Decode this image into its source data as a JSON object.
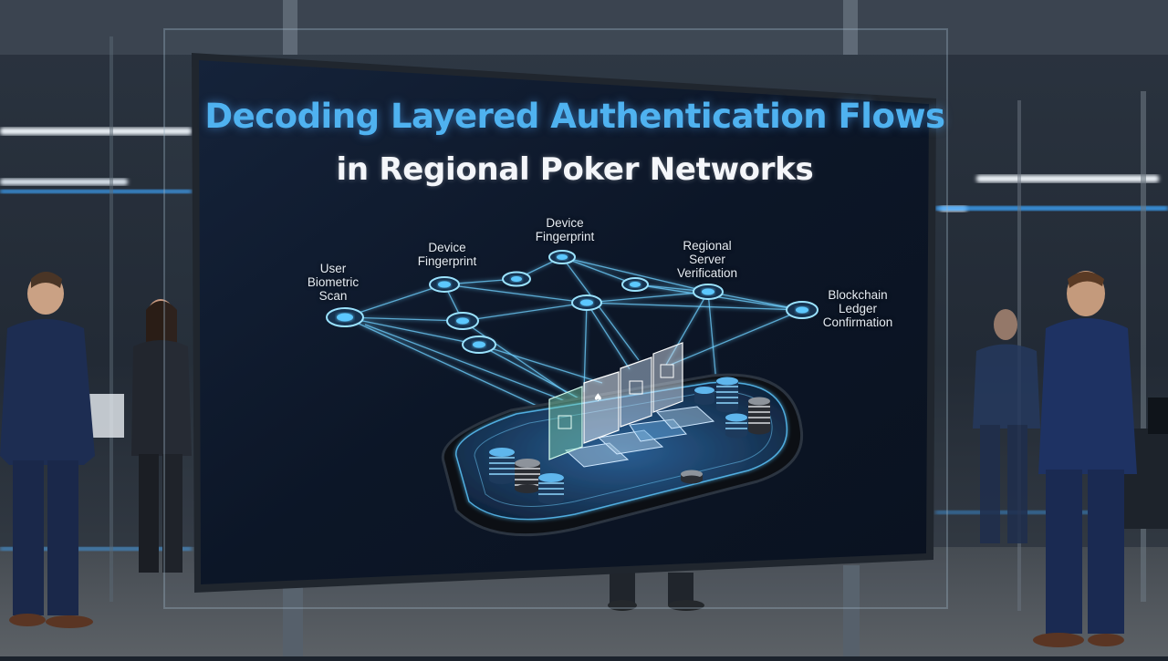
{
  "screen": {
    "title_line1": "Decoding Layered Authentication Flows",
    "title_line2": "in Regional Poker Networks"
  },
  "nodes": {
    "user_biometric": [
      "User",
      "Biometric",
      "Scan"
    ],
    "device_fingerprint_left": [
      "Device",
      "Fingerprint"
    ],
    "device_fingerprint_top": [
      "Device",
      "Fingerprint"
    ],
    "regional_server": [
      "Regional",
      "Server",
      "Verification"
    ],
    "blockchain": [
      "Blockchain",
      "Ledger",
      "Confirmation"
    ]
  },
  "colors": {
    "title_accent": "#4fb2f0",
    "node_glow": "#5cc8ff",
    "screen_bg": "#0d1829",
    "table_felt": "#15314f"
  },
  "icons": [
    "poker-table",
    "chip-stack",
    "playing-card",
    "authentication-node"
  ]
}
